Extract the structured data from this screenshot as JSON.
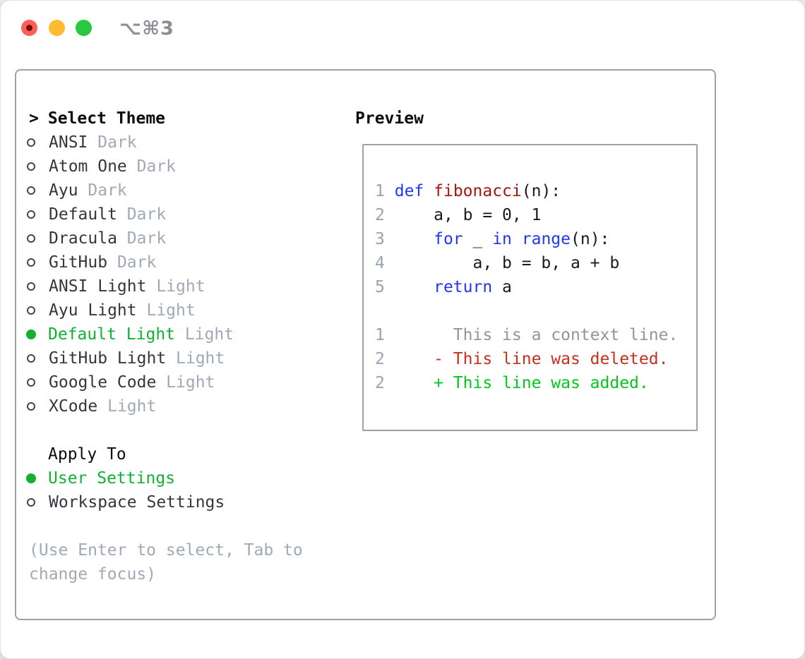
{
  "window": {
    "title": "⌥⌘3",
    "traffic_lights": [
      "close",
      "minimize",
      "zoom"
    ]
  },
  "theme_panel": {
    "header": {
      "prefix": ">",
      "label": "Select Theme"
    },
    "items": [
      {
        "name": "ANSI",
        "variant": "Dark",
        "selected": false
      },
      {
        "name": "Atom One",
        "variant": "Dark",
        "selected": false
      },
      {
        "name": "Ayu",
        "variant": "Dark",
        "selected": false
      },
      {
        "name": "Default",
        "variant": "Dark",
        "selected": false
      },
      {
        "name": "Dracula",
        "variant": "Dark",
        "selected": false
      },
      {
        "name": "GitHub",
        "variant": "Dark",
        "selected": false
      },
      {
        "name": "ANSI Light",
        "variant": "Light",
        "selected": false
      },
      {
        "name": "Ayu Light",
        "variant": "Light",
        "selected": false
      },
      {
        "name": "Default Light",
        "variant": "Light",
        "selected": true
      },
      {
        "name": "GitHub Light",
        "variant": "Light",
        "selected": false
      },
      {
        "name": "Google Code",
        "variant": "Light",
        "selected": false
      },
      {
        "name": "XCode",
        "variant": "Light",
        "selected": false
      }
    ],
    "apply_to": {
      "label": "Apply To",
      "options": [
        {
          "label": "User Settings",
          "selected": true
        },
        {
          "label": "Workspace Settings",
          "selected": false
        }
      ]
    },
    "hint_lines": [
      "(Use Enter to select, Tab to",
      "change focus)"
    ]
  },
  "preview": {
    "label": "Preview",
    "code_lines": [
      {
        "num": "1",
        "tokens": [
          {
            "t": " ",
            "c": "plain"
          },
          {
            "t": "def",
            "c": "keyword"
          },
          {
            "t": " ",
            "c": "plain"
          },
          {
            "t": "fibonacci",
            "c": "function"
          },
          {
            "t": "(n):",
            "c": "plain"
          }
        ]
      },
      {
        "num": "2",
        "tokens": [
          {
            "t": "     a, b = 0, 1",
            "c": "plain"
          }
        ]
      },
      {
        "num": "3",
        "tokens": [
          {
            "t": "     ",
            "c": "plain"
          },
          {
            "t": "for",
            "c": "keyword"
          },
          {
            "t": " _ ",
            "c": "plain"
          },
          {
            "t": "in",
            "c": "keyword"
          },
          {
            "t": " ",
            "c": "plain"
          },
          {
            "t": "range",
            "c": "keyword"
          },
          {
            "t": "(n):",
            "c": "plain"
          }
        ]
      },
      {
        "num": "4",
        "tokens": [
          {
            "t": "         a, b = b, a + b",
            "c": "plain"
          }
        ]
      },
      {
        "num": "5",
        "tokens": [
          {
            "t": "     ",
            "c": "plain"
          },
          {
            "t": "return",
            "c": "keyword"
          },
          {
            "t": " a",
            "c": "plain"
          }
        ]
      }
    ],
    "diff_lines": [
      {
        "num": "1",
        "kind": "context",
        "text": "       This is a context line."
      },
      {
        "num": "2",
        "kind": "deleted",
        "text": "     - This line was deleted."
      },
      {
        "num": "2",
        "kind": "added",
        "text": "     + This line was added."
      }
    ]
  },
  "colors": {
    "tl_red": "#ff5f57",
    "tl_yellow": "#febc2e",
    "tl_green": "#28c840",
    "tl_red_dot": "#69110b",
    "title": "#8b9095",
    "border": "#9aa3ad",
    "header_text": "#0c0d0f",
    "item_text": "#33373e",
    "muted": "#a0aab6",
    "ring": "#42474e",
    "accent_green": "#12b034",
    "diff_red": "#c72f1c",
    "diff_green": "#05c51f",
    "code_keyword": "#2138ee",
    "code_function": "#a41612",
    "code_plain": "#1a1b1e",
    "linenum": "#9aa3af",
    "context": "#8f969e"
  }
}
